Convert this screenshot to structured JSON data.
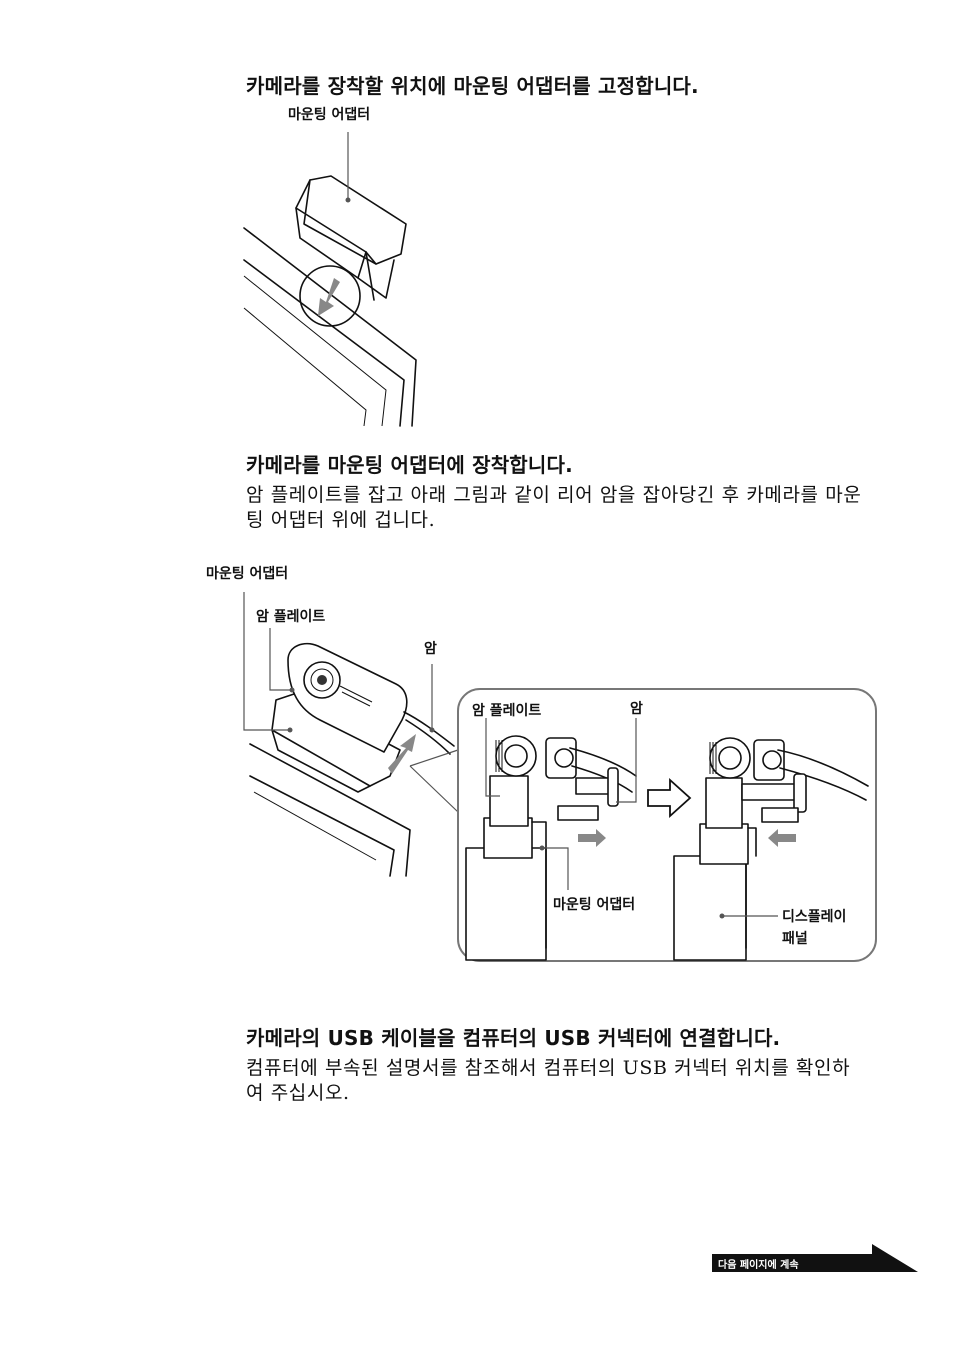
{
  "steps": [
    {
      "title": "카메라를 장착할 위치에 마운팅 어댑터를 고정합니다."
    },
    {
      "title": "카메라를 마운팅 어댑터에 장착합니다.",
      "body": "암 플레이트를 잡고 아래 그림과 같이 리어 암을 잡아당긴 후 카메라를 마운팅 어댑터 위에 겁니다."
    },
    {
      "title": "카메라의 USB 케이블을 컴퓨터의 USB 커넥터에 연결합니다.",
      "body": "컴퓨터에 부속된 설명서를 참조해서 컴퓨터의 USB 커넥터 위치를 확인하여 주십시오."
    }
  ],
  "figure1": {
    "label_adapter": "마운팅 어댑터"
  },
  "figure2": {
    "label_adapter": "마운팅 어댑터",
    "label_arm_plate": "암 플레이트",
    "label_arm": "암",
    "detail_arm_plate": "암 플레이트",
    "detail_arm": "암",
    "detail_adapter": "마운팅 어댑터",
    "detail_display_line1": "디스플레이",
    "detail_display_line2": "패널"
  },
  "footer": {
    "continue_label": "다음 페이지에 계속"
  }
}
